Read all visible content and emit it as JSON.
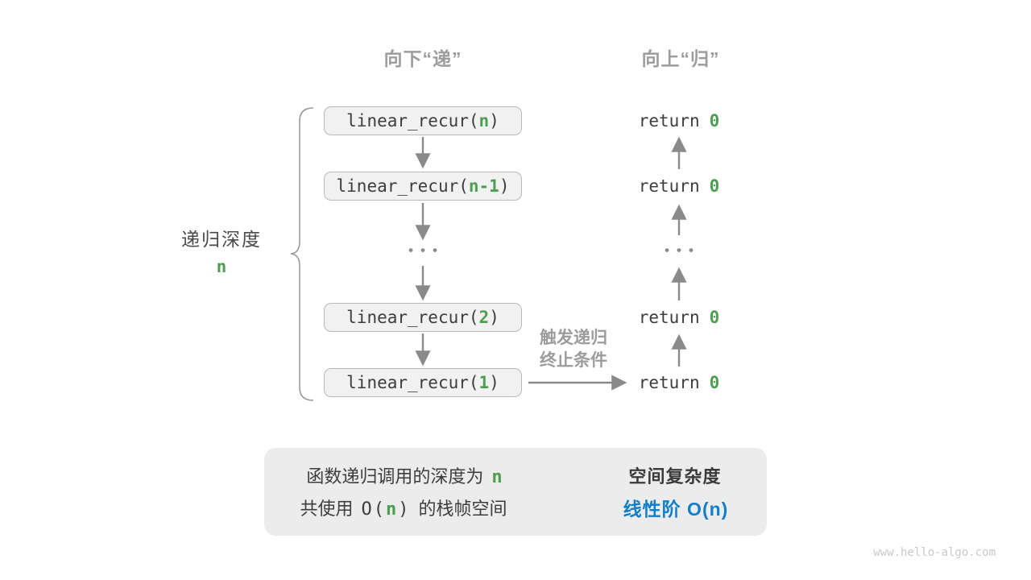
{
  "headers": {
    "descend": "向下“递”",
    "ascend": "向上“归”"
  },
  "depth_label": {
    "title": "递归深度",
    "value": "n"
  },
  "stack": {
    "frames": [
      {
        "name": "linear_recur(",
        "arg": "n",
        "close": ")"
      },
      {
        "name": "linear_recur(",
        "arg": "n-1",
        "close": ")"
      },
      {
        "name": "linear_recur(",
        "arg": "2",
        "close": ")"
      },
      {
        "name": "linear_recur(",
        "arg": "1",
        "close": ")"
      }
    ],
    "ellipsis": "•••"
  },
  "returns": {
    "rows": [
      {
        "keyword": "return",
        "value": "0"
      },
      {
        "keyword": "return",
        "value": "0"
      },
      {
        "keyword": "return",
        "value": "0"
      },
      {
        "keyword": "return",
        "value": "0"
      }
    ],
    "ellipsis": "•••"
  },
  "trigger": {
    "line1": "触发递归",
    "line2": "终止条件"
  },
  "summary": {
    "line1_text": "函数递归调用的深度为",
    "line1_value": "n",
    "line2_prefix": "共使用",
    "line2_open": "O(",
    "line2_value": "n",
    "line2_close": ")",
    "line2_suffix": "的栈帧空间",
    "result_title": "空间复杂度",
    "result_value": "线性阶 O(n)"
  },
  "watermark": "www.hello-algo.com",
  "colors": {
    "green": "#4E9E52",
    "blue": "#117EC9",
    "gray": "#9C9C9C",
    "dark": "#3D3D3D",
    "arrow": "#8A8A8A",
    "panel": "#ECECEC",
    "frame_fill": "#F1F1F1",
    "frame_border": "#B9B9B9"
  }
}
